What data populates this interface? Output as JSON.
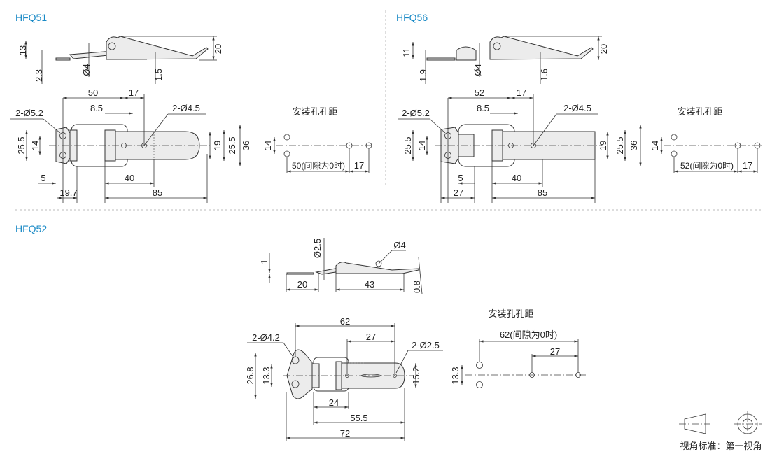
{
  "sections": {
    "hfq51": {
      "title": "HFQ51",
      "side_dims": {
        "height_a": "13",
        "thick_a": "2.3",
        "pin": "Ø4",
        "thick_b": "1.5",
        "height_b": "20"
      },
      "top_dims": {
        "d50": "50",
        "d17": "17",
        "d8_5": "8.5",
        "holes_right": "2-Ø4.5",
        "holes_left": "2-Ø5.2",
        "h25_5_left": "25.5",
        "h14": "14",
        "h19": "19",
        "h25_5_right": "25.5",
        "h36": "36",
        "d5": "5",
        "d40": "40",
        "d19_7": "19.7",
        "d85": "85"
      },
      "mount": {
        "label": "安装孔孔距",
        "h14": "14",
        "spacing": "50(间隙为0时)",
        "d17": "17"
      }
    },
    "hfq56": {
      "title": "HFQ56",
      "side_dims": {
        "height_a": "11",
        "thick_a": "1.9",
        "pin": "Ø4",
        "thick_b": "1.6",
        "height_b": "20"
      },
      "top_dims": {
        "d52": "52",
        "d17": "17",
        "d8_5": "8.5",
        "holes_right": "2-Ø4.5",
        "holes_left": "2-Ø5.2",
        "h25_5_left": "25.5",
        "h14": "14",
        "h19": "19",
        "h25_5_right": "25.5",
        "h36": "36",
        "d5": "5",
        "d27": "27",
        "d40": "40",
        "d85": "85"
      },
      "mount": {
        "label": "安装孔孔距",
        "h14": "14",
        "spacing": "52(间隙为0时)",
        "d17": "17"
      }
    },
    "hfq52": {
      "title": "HFQ52",
      "side_dims": {
        "h1": "1",
        "pin_small": "Ø2.5",
        "pin": "Ø4",
        "d20": "20",
        "d43": "43",
        "thick": "0.8"
      },
      "top_dims": {
        "d62": "62",
        "d27": "27",
        "holes_left": "2-Ø4.2",
        "holes_right": "2-Ø2.5",
        "h26_8": "26.8",
        "h13_3": "13.3",
        "h15_2": "15.2",
        "d24": "24",
        "d55_5": "55.5",
        "d72": "72"
      },
      "mount": {
        "label": "安装孔孔距",
        "spacing": "62(间隙为0时)",
        "d27": "27",
        "h13_3": "13.3"
      }
    }
  },
  "projection": {
    "label": "视角标准：第一视角"
  },
  "colors": {
    "title": "#1a8ac6",
    "line": "#333333",
    "part_fill": "#ececec"
  }
}
